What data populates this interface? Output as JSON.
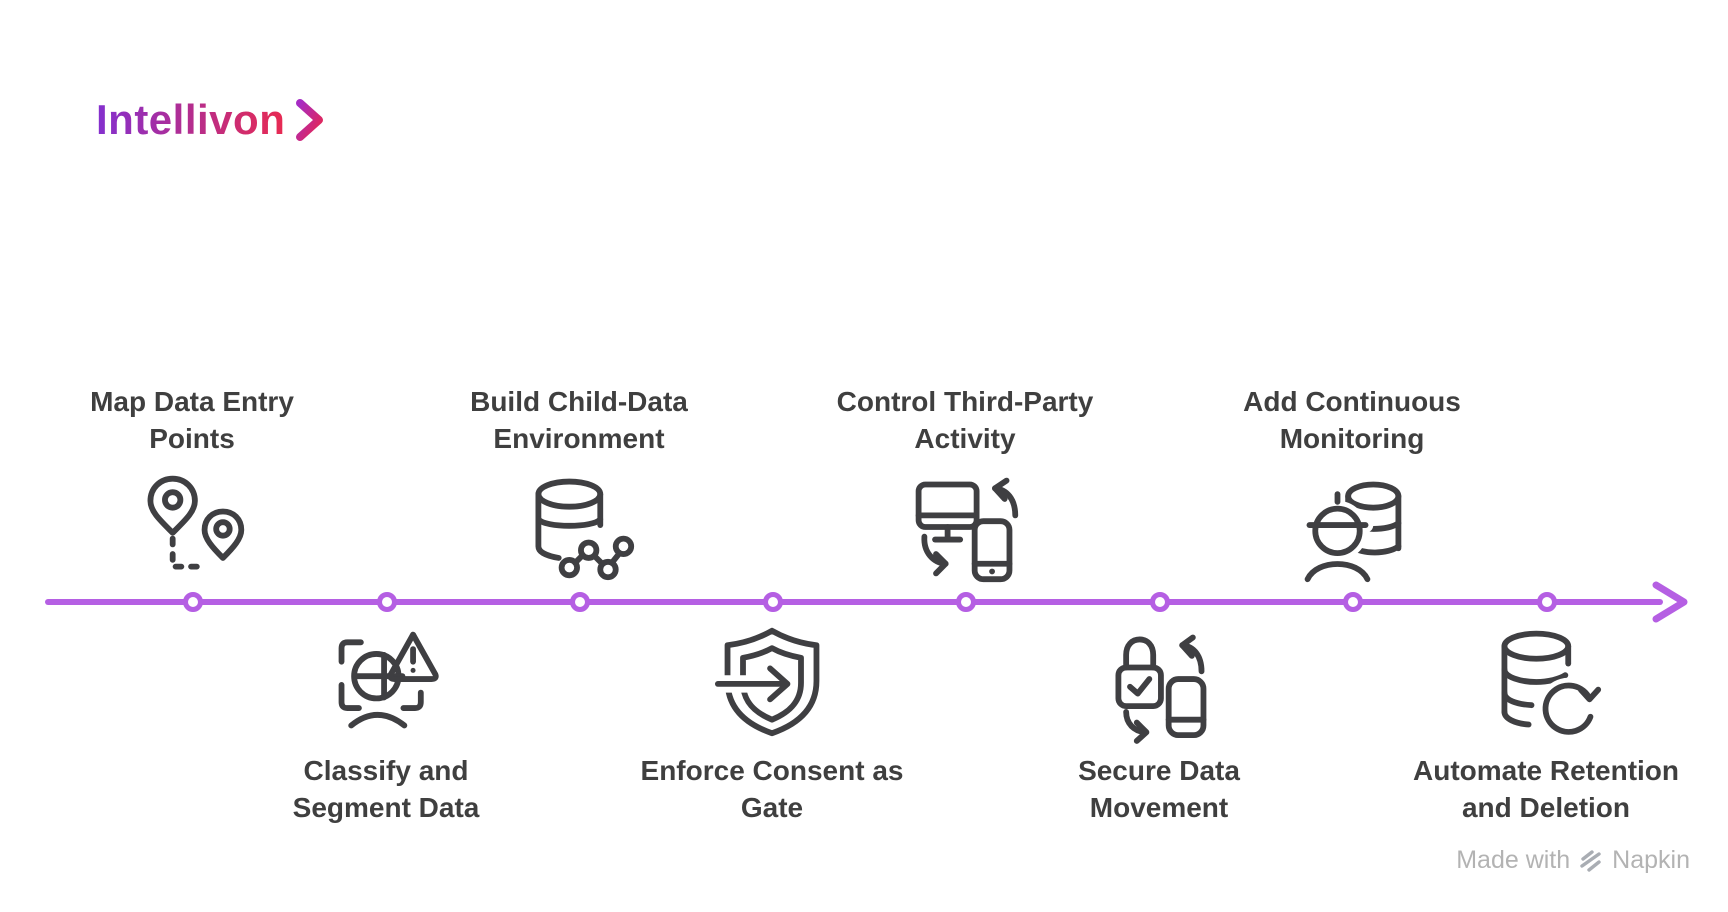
{
  "logo": {
    "text": "Intellivon",
    "chevron": ">"
  },
  "timeline": {
    "direction": "left-to-right",
    "color": "#b55fe3",
    "node_count": 8
  },
  "milestones": [
    {
      "line1": "Map Data Entry",
      "line2": "Points",
      "side": "above",
      "icon": "map-route"
    },
    {
      "line1": "Classify and",
      "line2": "Segment Data",
      "side": "below",
      "icon": "classify-warning"
    },
    {
      "line1": "Build Child-Data",
      "line2": "Environment",
      "side": "above",
      "icon": "database-network"
    },
    {
      "line1": "Enforce Consent as",
      "line2": "Gate",
      "side": "below",
      "icon": "shield-arrow"
    },
    {
      "line1": "Control Third-Party",
      "line2": "Activity",
      "side": "above",
      "icon": "device-sync"
    },
    {
      "line1": "Secure Data",
      "line2": "Movement",
      "side": "below",
      "icon": "lock-sync"
    },
    {
      "line1": "Add Continuous",
      "line2": "Monitoring",
      "side": "above",
      "icon": "engineer-database"
    },
    {
      "line1": "Automate Retention",
      "line2": "and Deletion",
      "side": "below",
      "icon": "database-refresh"
    }
  ],
  "footer": {
    "prefix": "Made with",
    "brand": "Napkin"
  },
  "colors": {
    "timeline": "#b55fe3",
    "label_text": "#3f3f3f",
    "icon_stroke": "#3f3f42",
    "footer_text": "#b3b3b3",
    "logo_gradient_start": "#8430cf",
    "logo_gradient_end": "#e82a52"
  }
}
